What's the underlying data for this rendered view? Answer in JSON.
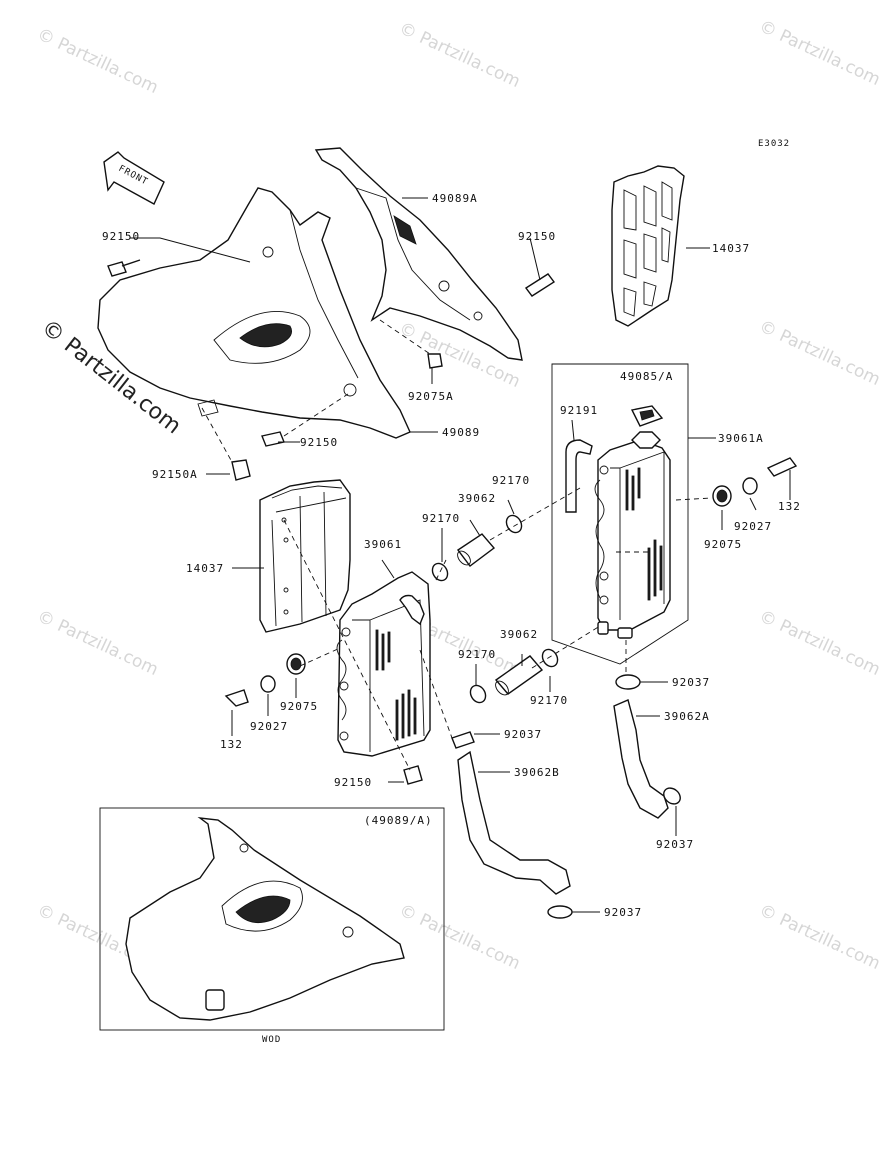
{
  "diagram_code": "E3032",
  "front_label": "FRONT",
  "watermark_text": "© Partzilla.com",
  "inset_label": "(49089/A)",
  "inset_caption": "WOD",
  "parts": {
    "p49089a": "49089A",
    "p92150_tl": "92150",
    "p92150_tr": "92150",
    "p14037_r": "14037",
    "p92075a": "92075A",
    "p49089": "49089",
    "p92150_mid": "92150",
    "p92150a": "92150A",
    "p49085a": "49085/A",
    "p92191": "92191",
    "p39061a": "39061A",
    "p92170_r": "92170",
    "p39062_top": "39062",
    "p92170_l": "92170",
    "p132_r": "132",
    "p92027_r": "92027",
    "p92075_r": "92075",
    "p14037_l": "14037",
    "p39061": "39061",
    "p39062_mid": "39062",
    "p92170_bl": "92170",
    "p92170_br": "92170",
    "p92037_a": "92037",
    "p39062a": "39062A",
    "p92027_l": "92027",
    "p92075_l": "92075",
    "p132_l": "132",
    "p92037_b": "92037",
    "p39062b": "39062B",
    "p92150_bot": "92150",
    "p92037_c": "92037",
    "p92037_d": "92037"
  }
}
